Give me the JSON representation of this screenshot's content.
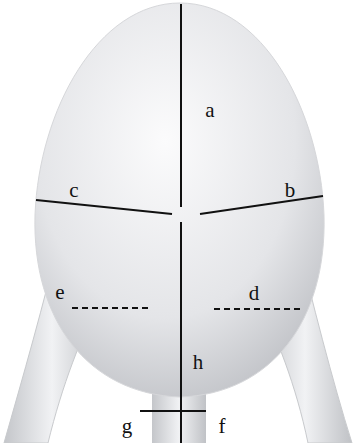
{
  "diagram": {
    "labels": [
      "a",
      "c",
      "b",
      "e",
      "d",
      "h",
      "g",
      "f"
    ]
  }
}
